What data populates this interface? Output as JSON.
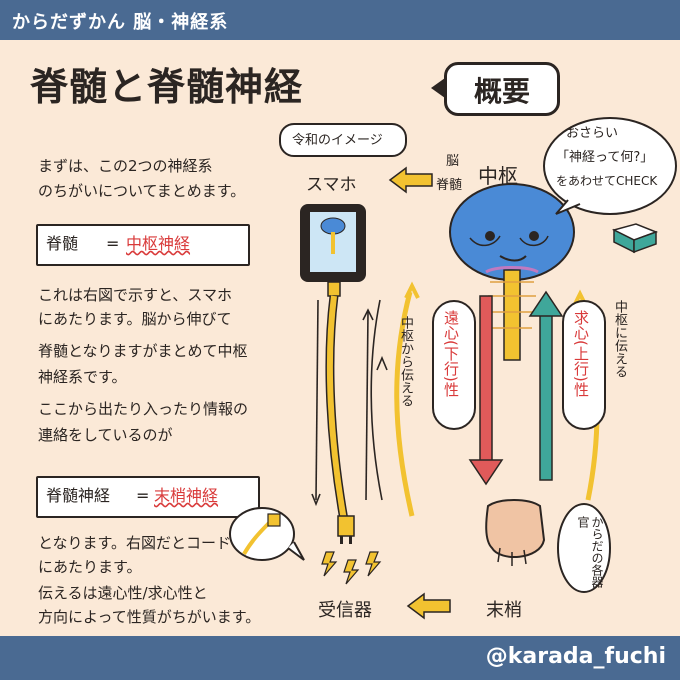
{
  "header": {
    "text": "からだずかん 脳・神経系"
  },
  "footer": {
    "handle": "@karada_fuchi"
  },
  "title": {
    "main": "脊髄と脊髄神経",
    "bubble": "概要"
  },
  "left": {
    "intro_lines": [
      "まずは、この2つの神経系",
      "のちがいについてまとめます。"
    ],
    "box1": {
      "term": "脊髄",
      "eq": "=",
      "answer": "中枢神経"
    },
    "para1": [
      "これは右図で示すと、スマホ",
      "にあたります。脳から伸びて",
      "脊髄となりますがまとめて中枢",
      "神経系です。",
      "ここから出たり入ったり情報の",
      "連絡をしているのが"
    ],
    "box2": {
      "term": "脊髄神経",
      "eq": "=",
      "answer": "末梢神経"
    },
    "para2": [
      "となります。右図だとコード",
      "にあたります。",
      "伝えるは遠心性/求心性と",
      "方向によって性質がちがいます。"
    ]
  },
  "diagram": {
    "bubble_image": "令和のイメージ",
    "smartphone": "スマホ",
    "brain_small": "脳",
    "spinal_small": "脊髄",
    "central": "中枢",
    "osarai_bubble": [
      "おさらい",
      "「神経って何?」",
      "をあわせてCHECK"
    ],
    "from_central": "中枢から伝える",
    "efferent": {
      "label": "遠心(下行)性"
    },
    "afferent": {
      "label": "求心(上行)性"
    },
    "to_central": "中枢に伝える",
    "organs_bubble": "からだの各器官",
    "receiver": "受信器",
    "peripheral": "末梢"
  },
  "colors": {
    "header_bg": "#4a6a92",
    "paper": "#fbe9d7",
    "yellow": "#f2c230",
    "red": "#e05a5a",
    "teal": "#3fa79a",
    "blue_brain": "#4a8ad6"
  },
  "icons": [
    "smartphone-icon",
    "brain-character-icon",
    "book-icon",
    "plug-icon",
    "hand-icon",
    "lightning-icon",
    "arrow-left-icon"
  ]
}
